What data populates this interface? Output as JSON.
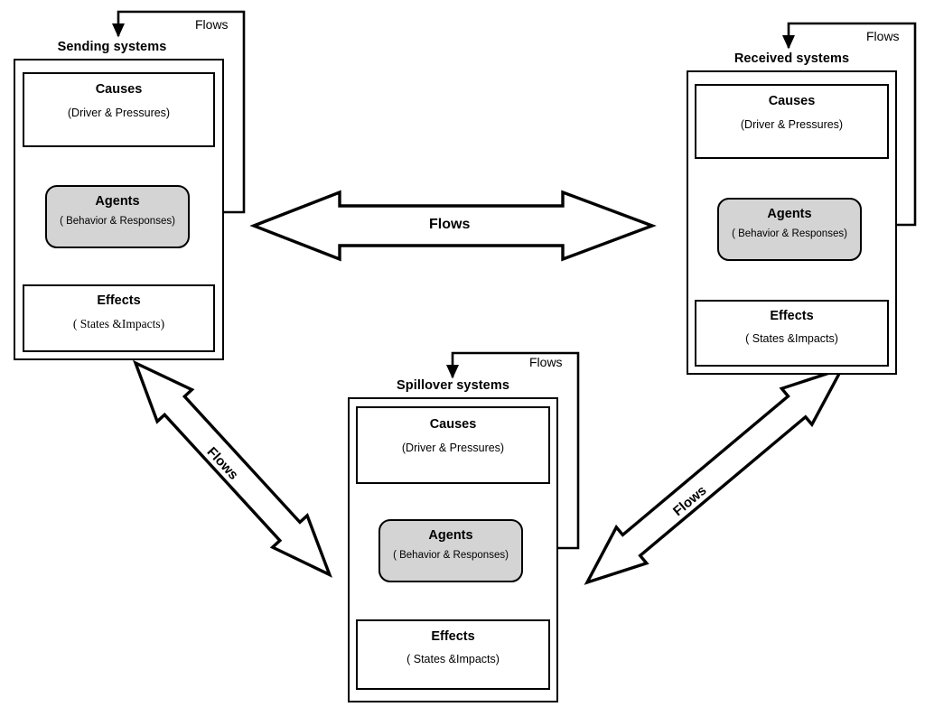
{
  "diagram": {
    "title_text_present": false,
    "systems": [
      {
        "id": "sending",
        "title": "Sending systems",
        "causes": {
          "title": "Causes",
          "subtitle": "(Driver & Pressures)"
        },
        "agents": {
          "title": "Agents",
          "subtitle": "( Behavior & Responses)"
        },
        "effects": {
          "title": "Effects",
          "subtitle": "( States &Impacts)"
        },
        "loop_label": "Flows"
      },
      {
        "id": "received",
        "title": "Received systems",
        "causes": {
          "title": "Causes",
          "subtitle": "(Driver & Pressures)"
        },
        "agents": {
          "title": "Agents",
          "subtitle": "( Behavior & Responses)"
        },
        "effects": {
          "title": "Effects",
          "subtitle": "( States &Impacts)"
        },
        "loop_label": "Flows"
      },
      {
        "id": "spillover",
        "title": "Spillover systems",
        "causes": {
          "title": "Causes",
          "subtitle": "(Driver & Pressures)"
        },
        "agents": {
          "title": "Agents",
          "subtitle": "( Behavior & Responses)"
        },
        "effects": {
          "title": "Effects",
          "subtitle": "( States &Impacts)"
        },
        "loop_label": "Flows"
      }
    ],
    "connectors": [
      {
        "id": "sending-received",
        "label": "Flows",
        "orientation": "horizontal",
        "double_headed": true
      },
      {
        "id": "sending-spillover",
        "label": "Flows",
        "orientation": "diagonal-down-right",
        "double_headed": true
      },
      {
        "id": "spillover-received",
        "label": "Flows",
        "orientation": "diagonal-up-right",
        "double_headed": true
      }
    ],
    "colors": {
      "stroke": "#000000",
      "agents_fill": "#d4d4d4",
      "background": "#ffffff"
    }
  }
}
